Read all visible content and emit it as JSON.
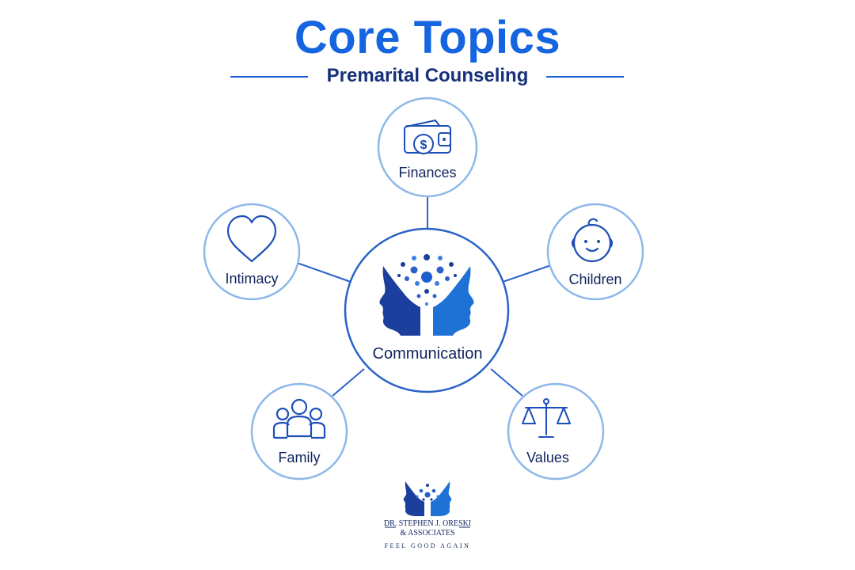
{
  "header": {
    "title": "Core Topics",
    "subtitle": "Premarital Counseling"
  },
  "center": {
    "label": "Communication",
    "icon": "two-faces-brain-icon"
  },
  "topics": [
    {
      "label": "Finances",
      "icon": "wallet-dollar-icon"
    },
    {
      "label": "Intimacy",
      "icon": "heart-icon"
    },
    {
      "label": "Children",
      "icon": "baby-face-icon"
    },
    {
      "label": "Family",
      "icon": "family-group-icon"
    },
    {
      "label": "Values",
      "icon": "balance-scale-icon"
    }
  ],
  "logo": {
    "name_line1": "DR. STEPHEN J. ORESKI",
    "name_line2": "& ASSOCIATES",
    "tagline": "FEEL GOOD AGAIN"
  },
  "colors": {
    "primary": "#1565e0",
    "navy": "#10245e",
    "ring": "#8db8ea",
    "line": "#2a62c9"
  }
}
